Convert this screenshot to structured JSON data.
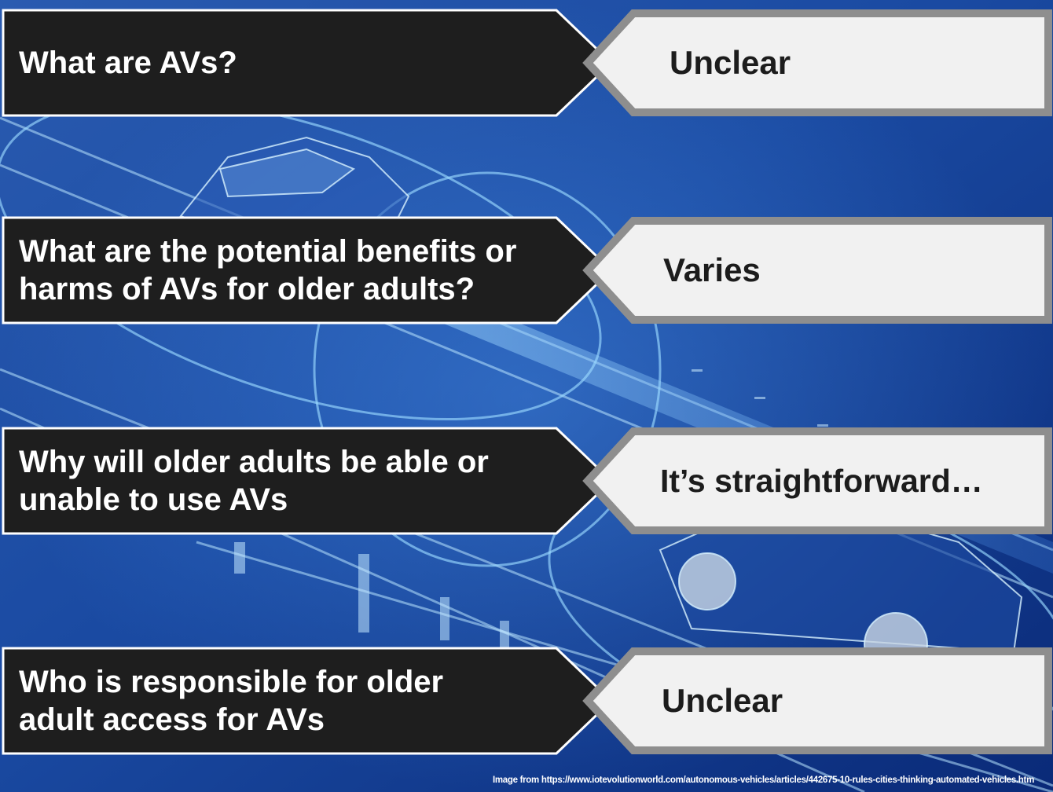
{
  "rows": [
    {
      "question": "What are AVs?",
      "answer": "Unclear"
    },
    {
      "question": "What are the potential benefits or harms of AVs for older adults?",
      "answer": "Varies"
    },
    {
      "question": "Why will older adults be able or unable to use AVs",
      "answer": "It’s straightforward…"
    },
    {
      "question": "Who is responsible for older adult access for AVs",
      "answer": "Unclear"
    }
  ],
  "credit": "Image from https://www.iotevolutionworld.com/autonomous-vehicles/articles/442675-10-rules-cities-thinking-automated-vehicles.htm",
  "colors": {
    "question_fill": "#1e1e1e",
    "answer_fill": "#f1f1f1",
    "answer_border": "#8e8e8e",
    "background": "#123c92",
    "glow": "#8fd4ff"
  }
}
